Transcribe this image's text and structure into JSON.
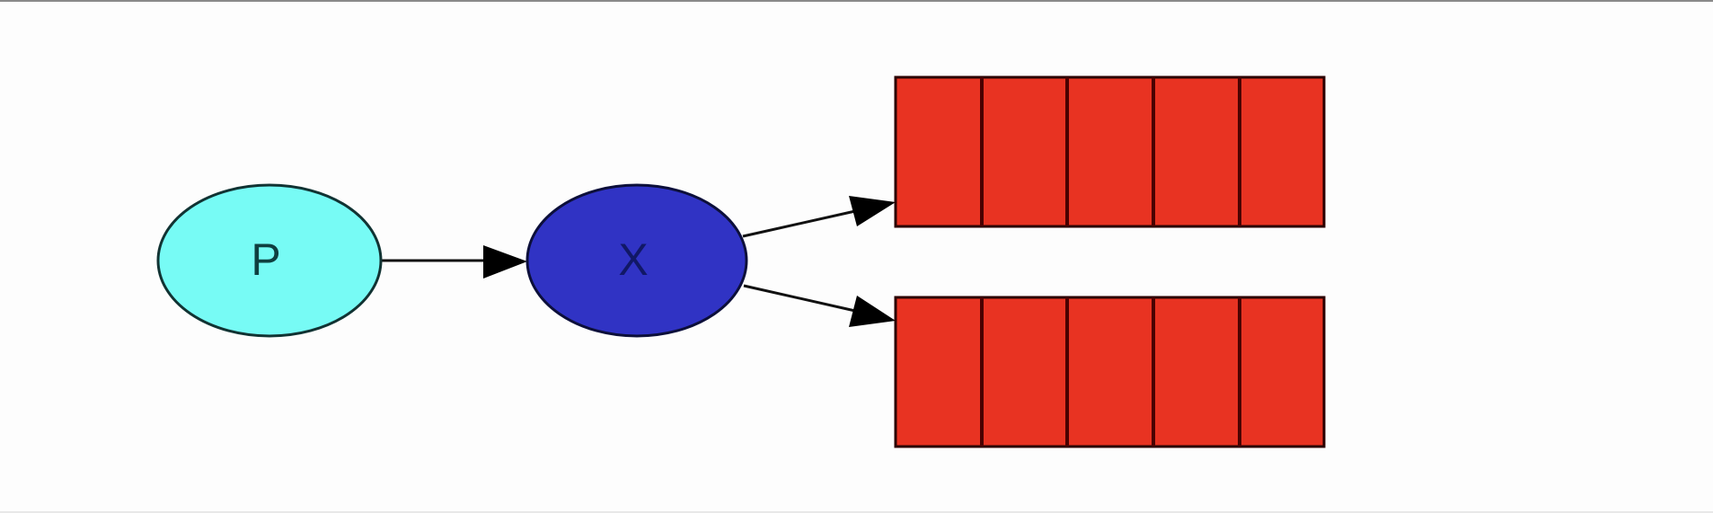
{
  "diagram": {
    "type": "message-exchange-fanout",
    "nodes": [
      {
        "id": "producer",
        "label": "P",
        "shape": "ellipse",
        "fill": "#77fbf5",
        "text_color": "#0f3f40"
      },
      {
        "id": "exchange",
        "label": "X",
        "shape": "ellipse",
        "fill": "#3033c4",
        "text_color": "#111866"
      },
      {
        "id": "queue1",
        "label": "",
        "shape": "queue",
        "cells": 5,
        "fill": "#e83322"
      },
      {
        "id": "queue2",
        "label": "",
        "shape": "queue",
        "cells": 5,
        "fill": "#e83322"
      }
    ],
    "edges": [
      {
        "from": "producer",
        "to": "exchange"
      },
      {
        "from": "exchange",
        "to": "queue1"
      },
      {
        "from": "exchange",
        "to": "queue2"
      }
    ]
  },
  "colors": {
    "background": "#fdfdfd",
    "stroke": "#111111",
    "queue_divider": "#4a0000"
  }
}
